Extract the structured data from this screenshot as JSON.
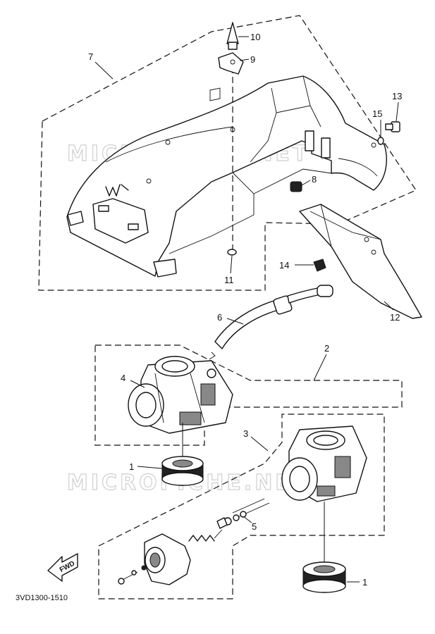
{
  "diagram": {
    "part_code": "3VD1300-1510",
    "watermark_top": "MICROFICHE.NET",
    "watermark_mid": "MICROFICHE.NET",
    "fwd_label": "FWD",
    "callouts": {
      "c1a": "1",
      "c1b": "1",
      "c2": "2",
      "c3": "3",
      "c4": "4",
      "c5": "5",
      "c6": "6",
      "c7": "7",
      "c8": "8",
      "c9": "9",
      "c10": "10",
      "c11": "11",
      "c12": "12",
      "c13": "13",
      "c14": "14",
      "c15": "15"
    }
  }
}
